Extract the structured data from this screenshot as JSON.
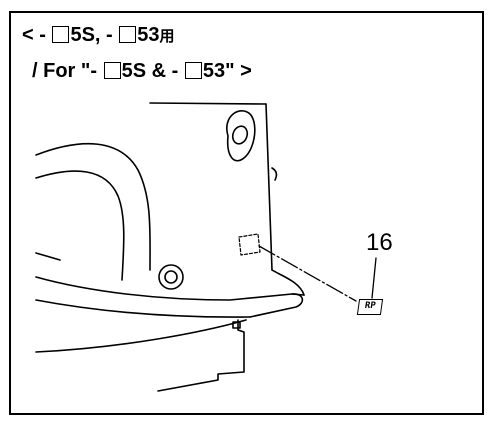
{
  "heading": {
    "line1": {
      "open": "< - ",
      "model_a": "5S, - ",
      "model_b": "53",
      "kanji": "用"
    },
    "line2": {
      "prefix": "/ For \"- ",
      "model_a": "5S & - ",
      "model_b": "53\" >"
    }
  },
  "callout": {
    "number": "16",
    "label_text": "RP"
  }
}
